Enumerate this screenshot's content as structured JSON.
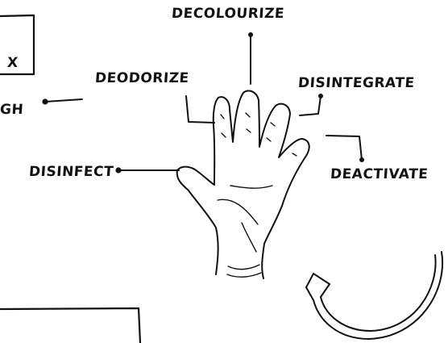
{
  "labels": {
    "decolourize": "DECOLOURIZE",
    "deodorize": "DEODORIZE",
    "disintegrate": "DISINTEGRATE",
    "disinfect": "DISINFECT",
    "deactivate": "DEACTIVATE",
    "x_fragment": "X",
    "gh_fragment": "GH"
  },
  "colors": {
    "ink": "#111111",
    "background": "#ffffff"
  },
  "icons": [
    "hand-icon",
    "curved-arrow-icon"
  ]
}
